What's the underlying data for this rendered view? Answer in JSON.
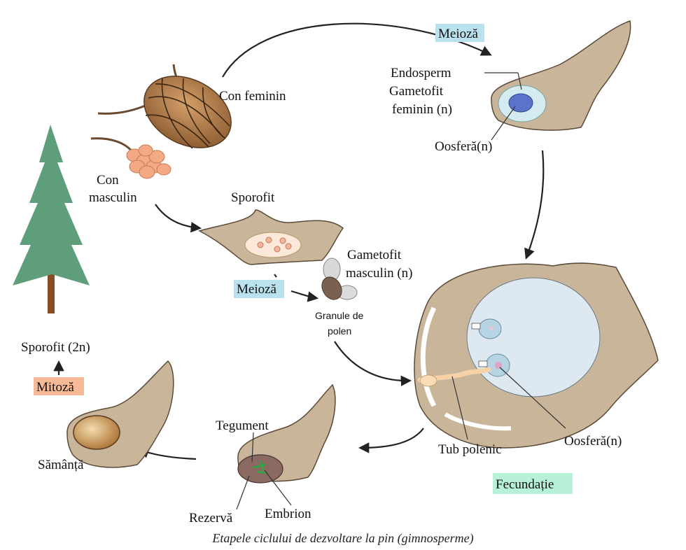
{
  "labels": {
    "meioza_top": "Meioză",
    "con_feminin": "Con feminin",
    "endosperm": "Endosperm",
    "gametofit_feminin_1": "Gametofit",
    "gametofit_feminin_2": "feminin (n)",
    "oosfera_top": "Oosferă(n)",
    "con_masculin_1": "Con",
    "con_masculin_2": "masculin",
    "sporofit": "Sporofit",
    "gametofit_masculin_1": "Gametofit",
    "gametofit_masculin_2": "masculin (n)",
    "meioza_mid": "Meioză",
    "granule_1": "Granule de",
    "granule_2": "polen",
    "sporofit_2n": "Sporofit (2n)",
    "mitoza": "Mitoză",
    "samanta": "Sămânță",
    "tegument": "Tegument",
    "rezerva": "Rezervă",
    "embrion": "Embrion",
    "tub_polenic": "Tub polenic",
    "oosfera_bottom": "Oosferă(n)",
    "fecundatie": "Fecundație"
  },
  "caption": "Etapele ciclului de dezvoltare la pin (gimnosperme)",
  "colors": {
    "tissue": "#c8b59a",
    "tree_green": "#5e9e7a",
    "cone_brown": "#a9784a",
    "male_cone": "#f2a984",
    "sac_blue": "#e2ecf2",
    "nucleus_blue": "#5a74c9",
    "label_blue_bg": "#b9e2ee",
    "label_orange_bg": "#f8b996",
    "label_green_bg": "#b7f2d8",
    "pink": "#e0a2c3"
  }
}
